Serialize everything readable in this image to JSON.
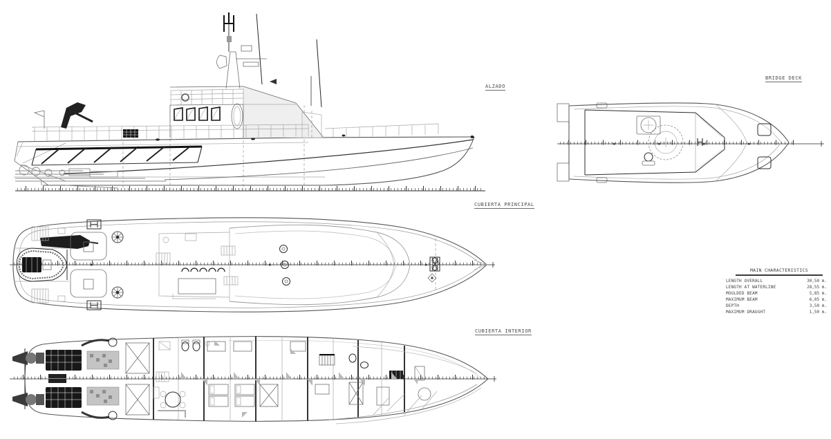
{
  "views": {
    "alzado": {
      "label": "ALZADO"
    },
    "bridge_deck": {
      "label": "BRIDGE DECK"
    },
    "cubierta_principal": {
      "label": "CUBIERTA PRINCIPAL"
    },
    "cubierta_interior": {
      "label": "CUBIERTA INTERIOR"
    }
  },
  "characteristics_table": {
    "title": "MAIN CHARACTERISTICS",
    "rows": [
      {
        "label": "LENGTH OVERALL",
        "value": "30,50 m."
      },
      {
        "label": "LENGTH AT WATERLINE",
        "value": "28,55 m."
      },
      {
        "label": "MOULDED BEAM",
        "value": "5,85 m."
      },
      {
        "label": "MAXIMUM BEAM",
        "value": "6,05 m."
      },
      {
        "label": "DEPTH",
        "value": "3,50 m."
      },
      {
        "label": "MAXIMUM DRAUGHT",
        "value": "1,50 m."
      }
    ]
  },
  "colors": {
    "line": "#6e6e6e",
    "dark": "#1d1d1d",
    "light": "#a8a8a8",
    "background": "#ffffff"
  }
}
